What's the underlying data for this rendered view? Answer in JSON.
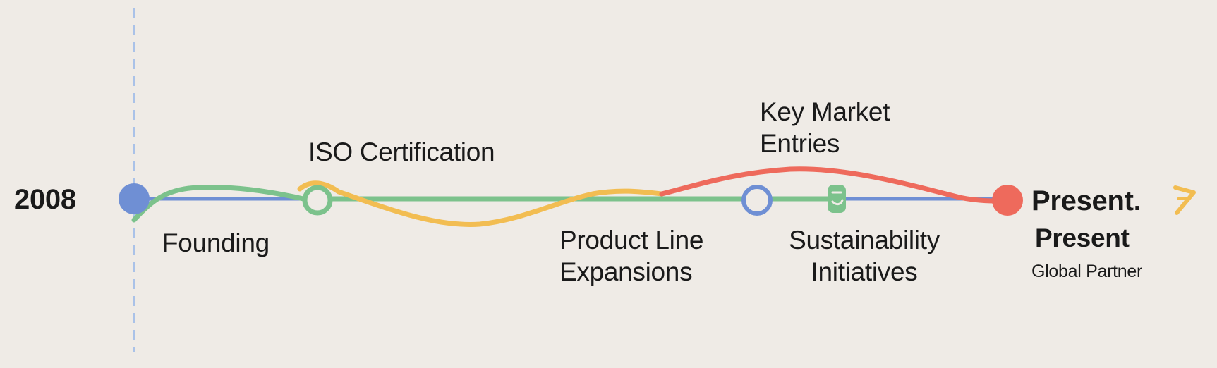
{
  "start_label": "2008",
  "milestones": {
    "founding": "Founding",
    "iso": "ISO Certification",
    "product_line": [
      "Product Line",
      "Expansions"
    ],
    "key_market": [
      "Key Market",
      "Entries"
    ],
    "sustainability": [
      "Sustainability",
      "Initiatives"
    ]
  },
  "end": {
    "title": "Present.",
    "label": "Present",
    "sublabel": "Global Partner"
  },
  "colors": {
    "background": "#efebe6",
    "blue": "#6f8fd4",
    "green": "#7cc28c",
    "yellow": "#f2bd52",
    "red": "#ee6a5c",
    "guide": "#aac2e8",
    "text": "#1a1a1a"
  },
  "icons": {
    "milestone_icon": "recycle-icon",
    "end_arrow": "chevron-right-icon"
  }
}
